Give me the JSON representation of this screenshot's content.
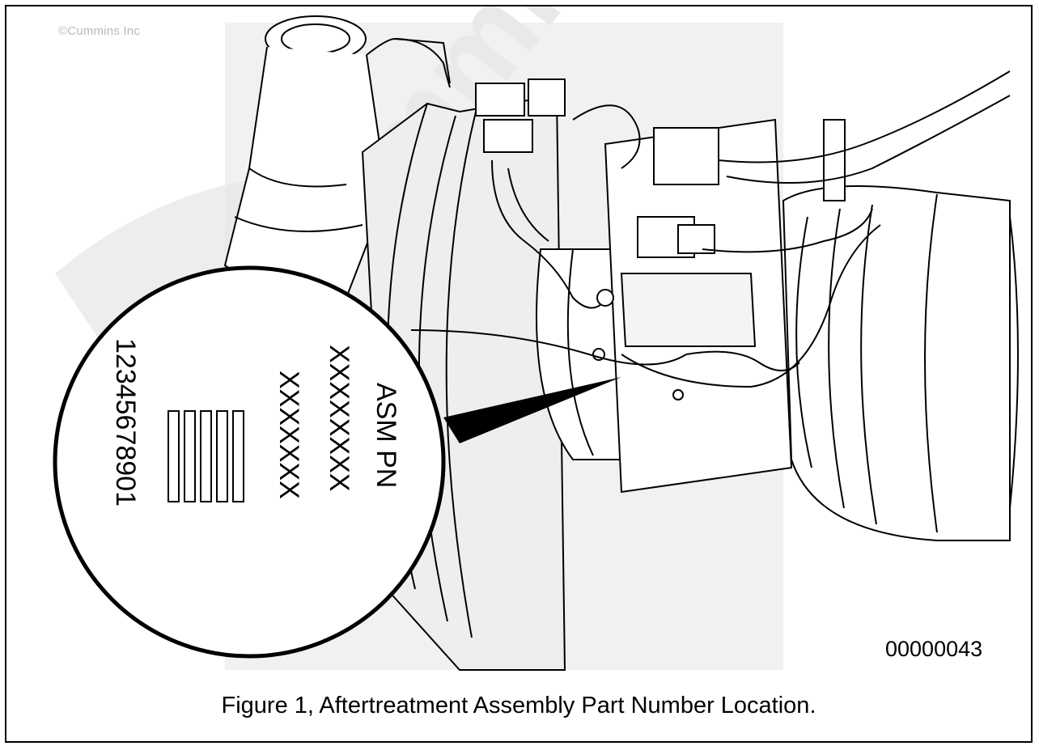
{
  "figure": {
    "copyright": "©Cummins Inc",
    "watermark": "Cummins",
    "figure_code": "00000043",
    "caption": "Figure 1, Aftertreatment Assembly Part Number Location."
  },
  "label": {
    "line1": "ASM PN",
    "line2": "XXXXXXXX",
    "line3": "XXXXXXX",
    "serial": "12345678901"
  },
  "icons": {
    "illustration": "aftertreatment-assembly-line-drawing",
    "magnifier": "magnifier-callout",
    "barcode": "barcode-icon"
  },
  "colors": {
    "line": "#000000",
    "shade": "#eeeeee",
    "watermark": "#e9e9e9",
    "copyright": "#b9b9b9"
  }
}
